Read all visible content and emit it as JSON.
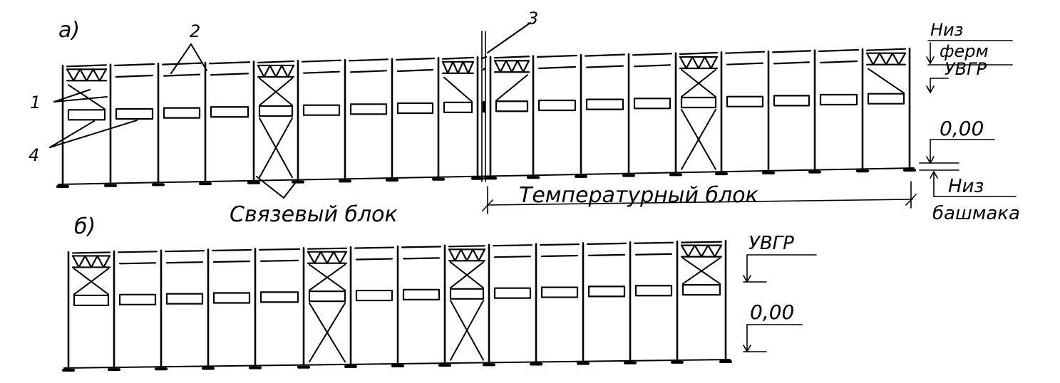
{
  "labels": {
    "a": "а)",
    "b": "б)",
    "n1": "1",
    "n2": "2",
    "n3": "3",
    "n4": "4",
    "sv_blok": "Связевый блок",
    "temp_blok": "Температурный блок",
    "niz_ferm_1": "Низ",
    "niz_ferm_2": "ферм",
    "uvgr": "УВГР",
    "zero": "0,00",
    "niz_bash_1": "Низ",
    "niz_bash_2": "башмака",
    "uvgr_b": "УВГР",
    "zero_b": "0,00"
  }
}
